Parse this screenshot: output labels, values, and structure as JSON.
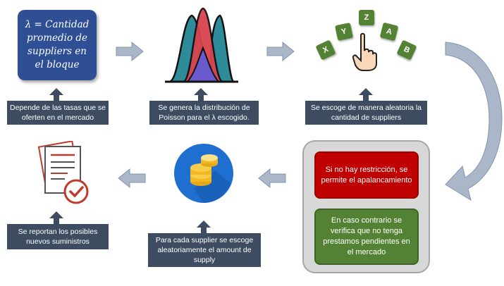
{
  "lambda_box": {
    "line1": "λ = Cantidad",
    "line2": "promedio de",
    "line3": "suppliers en",
    "line4": "el bloque"
  },
  "captions": {
    "step1": "Depende de las tasas que se oferten en el mercado",
    "step2": "Se genera la distribución de Poisson para el λ escogido.",
    "step3": "Se escoge de manera aleatoria la cantidad de suppliers",
    "step5": "Para cada supplier se escoge aleatoriamente el amount de supply",
    "step6": "Se reportan los posibles nuevos suministros"
  },
  "condition_boxes": {
    "red": "Si no hay restricción, se permite el apalancamiento",
    "green": "En caso contrario se verifica que no tenga prestamos pendientes en el mercado"
  },
  "letters": [
    "X",
    "Y",
    "Z",
    "A",
    "B"
  ],
  "colors": {
    "navy": "#2f4f95",
    "caption_bg": "#3e4c61",
    "arrow_gray": "#a9b7c9",
    "red": "#c00000",
    "green": "#548235",
    "teal": "#2e8b99",
    "crimson": "#d9434e",
    "purple": "#6a5acd"
  },
  "icons": [
    "poisson-curves-icon",
    "pointing-hand-icon",
    "coins-icon",
    "document-checkmark-icon"
  ]
}
